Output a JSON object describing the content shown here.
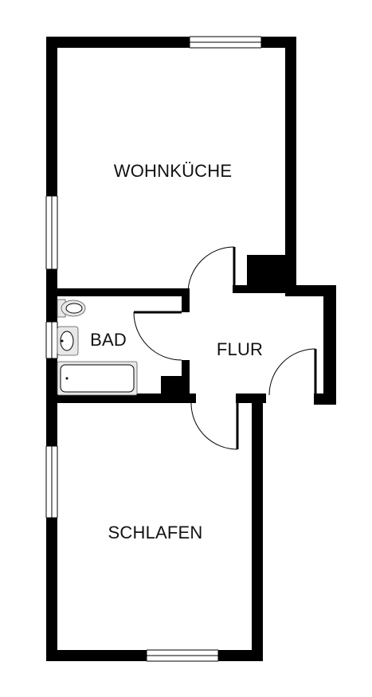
{
  "floorplan": {
    "rooms": [
      {
        "id": "wohnkueche",
        "label": "WOHNKÜCHE"
      },
      {
        "id": "bad",
        "label": "BAD"
      },
      {
        "id": "flur",
        "label": "FLUR"
      },
      {
        "id": "schlafen",
        "label": "SCHLAFEN"
      }
    ]
  },
  "colors": {
    "wall": "#000000",
    "background": "#ffffff",
    "text": "#111111"
  },
  "icons": [
    "toilet-icon",
    "washbasin-icon",
    "bathtub-icon",
    "door-icon",
    "window-icon"
  ]
}
